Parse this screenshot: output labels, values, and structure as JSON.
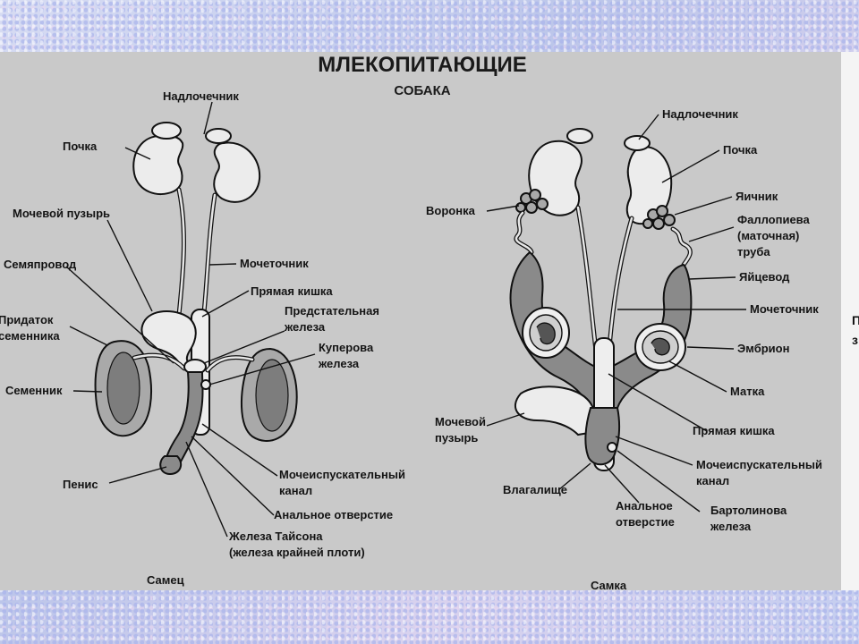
{
  "title": "МЛЕКОПИТАЮЩИЕ",
  "subtitle": "СОБАКА",
  "male": {
    "caption": "Самец",
    "labels": {
      "adrenal": "Надлочечник",
      "kidney": "Почка",
      "bladder": "Мочевой пузырь",
      "ureter": "Мочеточник",
      "vas_deferens": "Семяпровод",
      "rectum": "Прямая кишка",
      "epididymis_1": "Придаток",
      "epididymis_2": "семенника",
      "prostate_1": "Предстательная",
      "prostate_2": "железа",
      "cowper_1": "Куперова",
      "cowper_2": "железа",
      "testis": "Семенник",
      "penis": "Пенис",
      "urethra_1": "Мочеиспускательный",
      "urethra_2": "канал",
      "anus": "Анальное отверстие",
      "tyson_1": "Железа Тайсона",
      "tyson_2": "(железа крайней плоти)"
    }
  },
  "female": {
    "caption": "Самка",
    "labels": {
      "adrenal": "Надлочечник",
      "kidney": "Почка",
      "ovary": "Яичник",
      "funnel": "Воронка",
      "fallopian_1": "Фаллопиева",
      "fallopian_2": "(маточная)",
      "fallopian_3": "труба",
      "oviduct": "Яйцевод",
      "ureter": "Мочеточник",
      "embryo": "Эмбрион",
      "uterus": "Матка",
      "bladder_1": "Мочевой",
      "bladder_2": "пузырь",
      "rectum": "Прямая кишка",
      "urethra_1": "Мочеиспускательный",
      "urethra_2": "канал",
      "vagina": "Влагалище",
      "anus_1": "Анальное",
      "anus_2": "отверстие",
      "bartholin_1": "Бартолинова",
      "bartholin_2": "железа"
    }
  },
  "colors": {
    "slide_bg": "#c9c9c9",
    "organ_light": "#ececec",
    "organ_dark": "#8a8a8a",
    "line": "#111111"
  }
}
